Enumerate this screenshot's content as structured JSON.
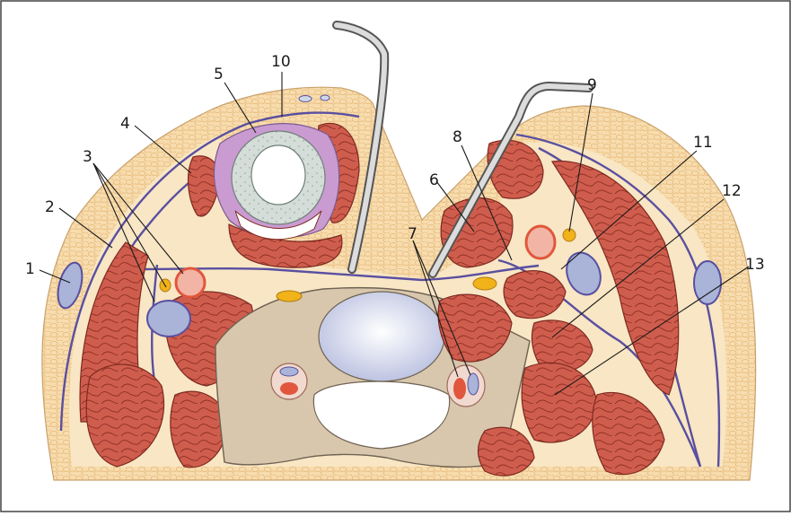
{
  "figure": {
    "labels": [
      {
        "id": "label-1",
        "text": "1"
      },
      {
        "id": "label-2",
        "text": "2"
      },
      {
        "id": "label-3",
        "text": "3"
      },
      {
        "id": "label-4",
        "text": "4"
      },
      {
        "id": "label-5",
        "text": "5"
      },
      {
        "id": "label-6",
        "text": "6"
      },
      {
        "id": "label-7",
        "text": "7"
      },
      {
        "id": "label-8",
        "text": "8"
      },
      {
        "id": "label-9",
        "text": "9"
      },
      {
        "id": "label-10",
        "text": "10"
      },
      {
        "id": "label-11",
        "text": "11"
      },
      {
        "id": "label-12",
        "text": "12"
      },
      {
        "id": "label-13",
        "text": "13"
      }
    ],
    "colors": {
      "fat": "#f6d7a4",
      "fat_cells": "#eec48a",
      "muscle": "#c9594a",
      "muscle_dark": "#8f2f25",
      "fascia": "#5a4fa0",
      "bone": "#d8c7ad",
      "vein": "#a9b4d8",
      "artery": "#e0573d",
      "nerve": "#f1b21a",
      "cartilage": "#cfd9d4",
      "gland": "#c99bd1",
      "retractor": "#d9d9d9"
    }
  }
}
